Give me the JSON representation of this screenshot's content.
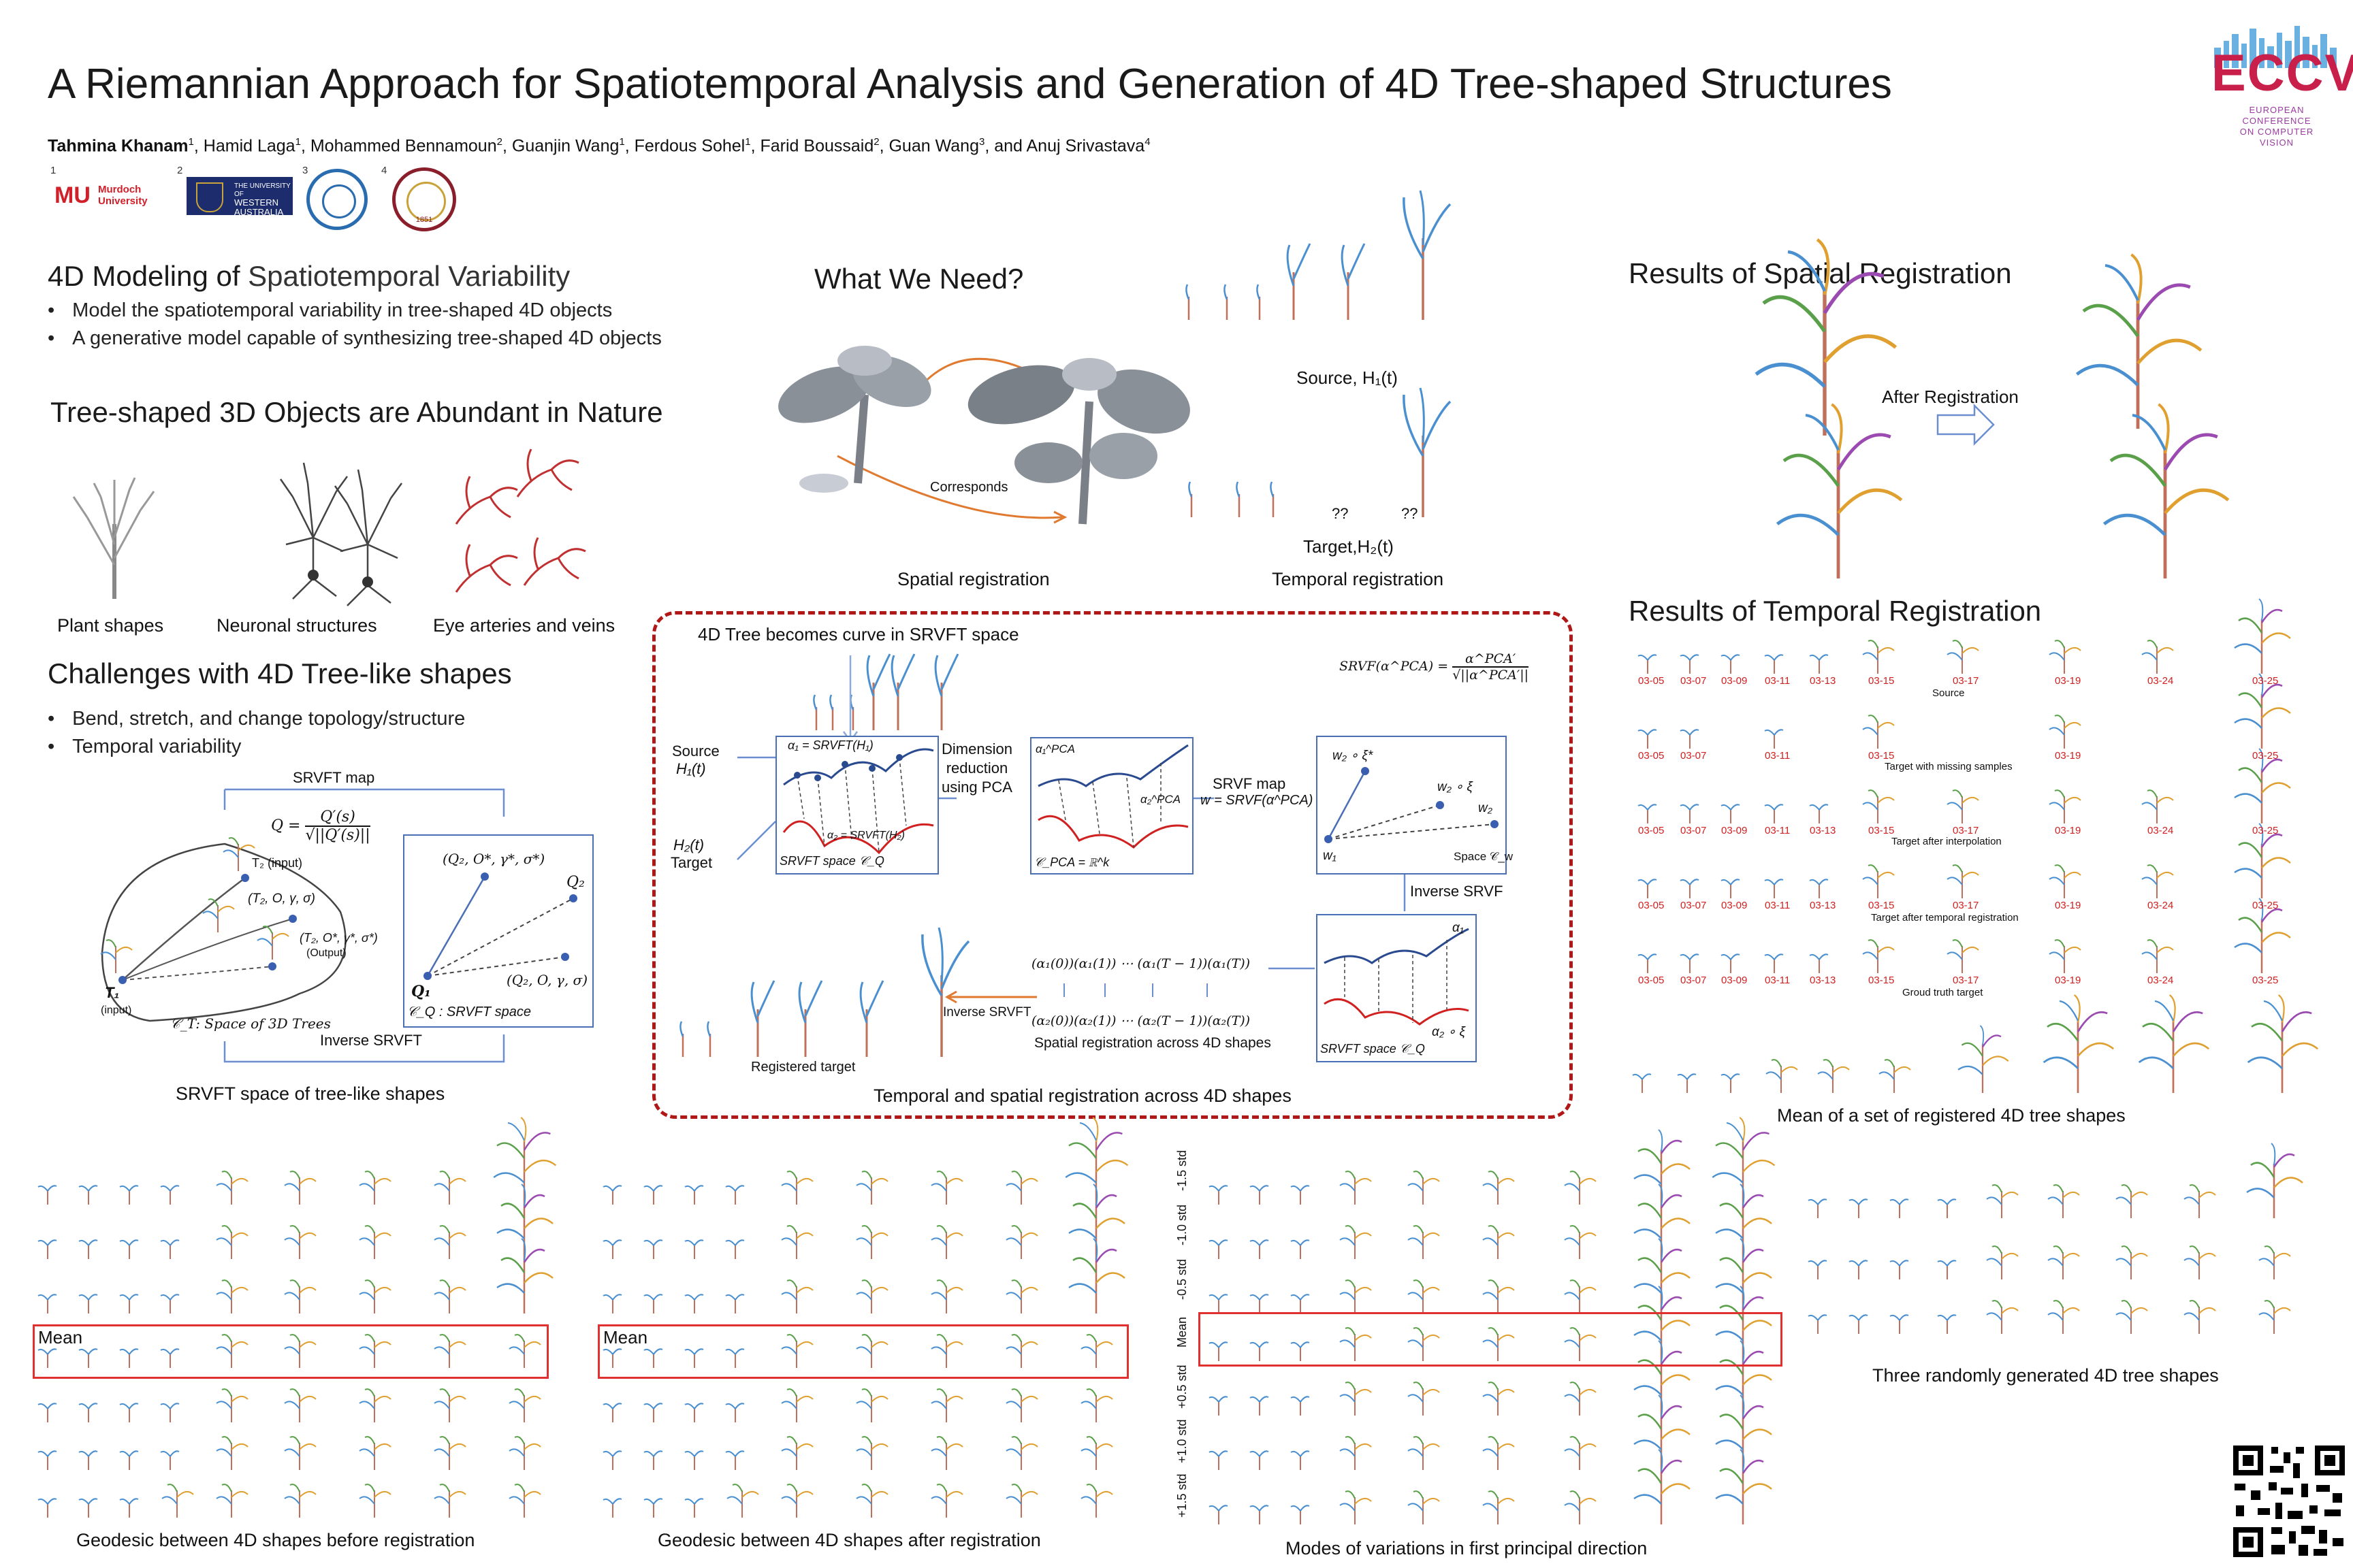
{
  "poster": {
    "title": "A Riemannian Approach for Spatiotemporal Analysis and Generation of 4D Tree-shaped Structures",
    "authors": [
      {
        "name": "Tahmina Khanam",
        "sup": "1"
      },
      {
        "name": "Hamid Laga",
        "sup": "1"
      },
      {
        "name": "Mohammed Bennamoun",
        "sup": "2"
      },
      {
        "name": "Guanjin Wang",
        "sup": "1"
      },
      {
        "name": "Ferdous Sohel",
        "sup": "1"
      },
      {
        "name": "Farid Boussaid",
        "sup": "2"
      },
      {
        "name": "Guan Wang",
        "sup": "3"
      },
      {
        "name": "and Anuj Srivastava",
        "sup": "4"
      }
    ],
    "affiliations": {
      "n1": "1",
      "n2": "2",
      "n3": "3",
      "n4": "4",
      "murdoch_line1": "Murdoch",
      "murdoch_line2": "University",
      "uwa_line1": "THE UNIVERSITY OF",
      "uwa_line2": "WESTERN",
      "uwa_line3": "AUSTRALIA",
      "fsu_year": "1851"
    },
    "conference": {
      "name": "ECCV",
      "line1": "EUROPEAN",
      "line2": "CONFERENCE",
      "line3": "ON COMPUTER",
      "line4": "VISION"
    }
  },
  "modeling": {
    "heading_a": "4D Modeling of",
    "heading_b": "Spatiotemporal Variability",
    "bullets": [
      "Model the spatiotemporal variability in tree-shaped 4D objects",
      "A generative model capable of synthesizing tree-shaped 4D objects"
    ]
  },
  "abundant": {
    "heading": "Tree-shaped 3D Objects are Abundant in Nature",
    "captions": [
      "Plant shapes",
      "Neuronal structures",
      "Eye arteries and veins"
    ]
  },
  "challenges": {
    "heading": "Challenges with 4D Tree-like shapes",
    "bullets": [
      "Bend, stretch, and change topology/structure",
      "Temporal variability"
    ],
    "srvft_map": "SRVFT map",
    "formula_q": "Q =",
    "formula_num": "Q′(s)",
    "formula_den": "√||Q′(s)||",
    "t2_label": "T₂ (input)",
    "t2_tuple": "(T₂, O, γ, σ)",
    "t2_out": "(T₂, O*, γ*, σ*)",
    "output_label": "(Output)",
    "t1_label": "T₁",
    "input_label": "(input)",
    "space_trees": "𝒞_T: Space of 3D Trees",
    "inverse_srvft": "Inverse SRVFT",
    "q2_star": "(Q₂, O*, γ*, σ*)",
    "q2_label": "Q₂",
    "q1_label": "Q₁",
    "q2_plain": "(Q₂, O, γ, σ)",
    "cq_label": "𝒞_Q : SRVFT space",
    "caption": "SRVFT space of tree-like shapes"
  },
  "need": {
    "heading": "What We Need?",
    "corresponds": "Corresponds",
    "spatial_caption": "Spatial registration",
    "source_label": "Source, H₁(t)",
    "target_label": "Target,H₂(t)",
    "qq1": "??",
    "qq2": "??",
    "temporal_caption": "Temporal registration"
  },
  "pipeline": {
    "top_label": "4D Tree becomes curve in SRVFT space",
    "source": "Source",
    "source_h": "H₁(t)",
    "target_h": "H₂(t)",
    "target": "Target",
    "alpha1": "α₁ = SRVFT(H₁)",
    "alpha2": "α₂ = SRVFT(H₂)",
    "srvft_space": "SRVFT space 𝒞_Q",
    "dim_red1": "Dimension",
    "dim_red2": "reduction",
    "dim_red3": "using PCA",
    "alpha1_pca": "α₁^PCA",
    "alpha2_pca": "α₂^PCA",
    "c_pca": "𝒞_PCA = ℝ^k",
    "srvf_map": "SRVF map",
    "srvf_eq": "w = SRVF(α^PCA)",
    "srvf_formula_lhs": "SRVF(α^PCA) =",
    "srvf_formula_num": "α^PCA′",
    "srvf_formula_den": "√||α^PCA′||",
    "w2_xi_star": "w₂ ∘ ξ*",
    "w2_xi": "w₂ ∘ ξ",
    "w2": "w₂",
    "w1": "w₁",
    "space_cw": "Space 𝒞_w",
    "inverse_srvf": "Inverse SRVF",
    "alpha1_r": "α₁",
    "alpha2_xi": "α₂ ∘ ξ",
    "srvft_space2": "SRVFT space 𝒞_Q",
    "seq1": "(α₁(0))(α₁(1)) ⋯ (α₁(T − 1))(α₁(T))",
    "seq2": "(α₂(0))(α₂(1)) ⋯ (α₂(T − 1))(α₂(T))",
    "spatial_across": "Spatial registration across 4D shapes",
    "inverse_srvft": "Inverse SRVFT",
    "registered_target": "Registered target",
    "caption": "Temporal and spatial registration across 4D shapes"
  },
  "spatial_results": {
    "heading": "Results of Spatial Registration",
    "after": "After Registration"
  },
  "temporal_results": {
    "heading": "Results of Temporal Registration",
    "dates_full": [
      "03-05",
      "03-07",
      "03-09",
      "03-11",
      "03-13",
      "03-15",
      "03-17",
      "03-19",
      "03-24",
      "03-25"
    ],
    "dates_missing": [
      "03-05",
      "03-07",
      "03-11",
      "03-15",
      "03-19",
      "03-25"
    ],
    "row_labels": [
      "Source",
      "Target with missing samples",
      "Target after interpolation",
      "Target after temporal registration",
      "Groud truth target"
    ],
    "mean_caption": "Mean of a set of registered 4D tree shapes"
  },
  "bottom": {
    "mean_label": "Mean",
    "geo_before": "Geodesic between 4D shapes before registration",
    "geo_after": "Geodesic between 4D shapes after registration",
    "std_labels": [
      "-1.5 std",
      "-1.0 std",
      "-0.5 std",
      "Mean",
      "+0.5 std",
      "+1.0 std",
      "+1.5 std"
    ],
    "modes_caption": "Modes of variations in first principal direction",
    "random_caption": "Three randomly generated 4D tree shapes"
  }
}
